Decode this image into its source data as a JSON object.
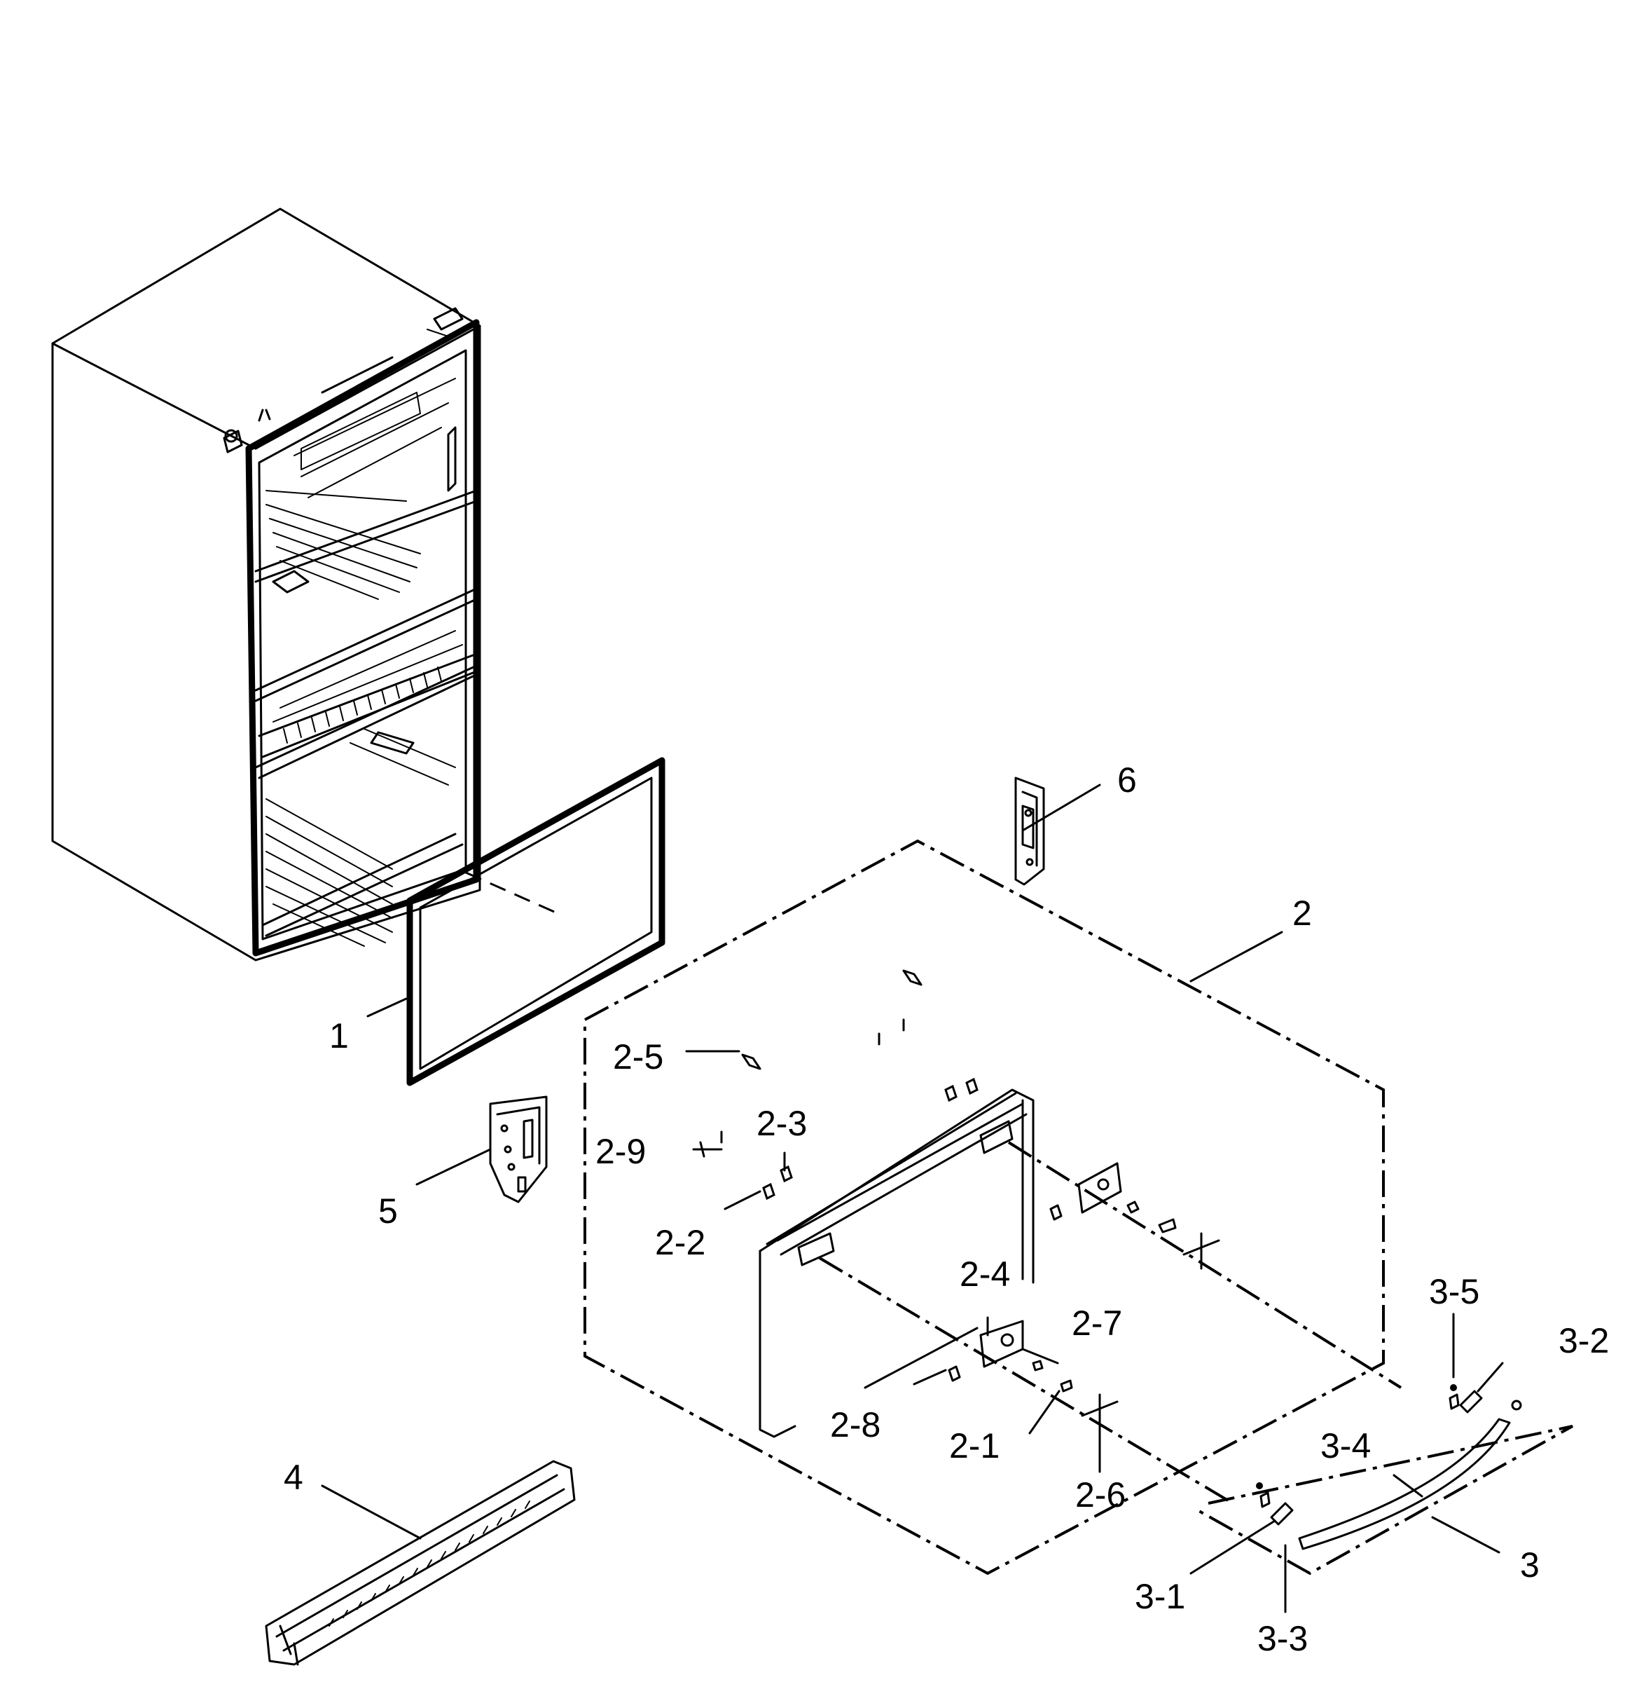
{
  "diagram": {
    "callouts": [
      {
        "id": "1",
        "text": "1"
      },
      {
        "id": "2",
        "text": "2"
      },
      {
        "id": "2-1",
        "text": "2-1"
      },
      {
        "id": "2-2",
        "text": "2-2"
      },
      {
        "id": "2-3",
        "text": "2-3"
      },
      {
        "id": "2-4",
        "text": "2-4"
      },
      {
        "id": "2-5",
        "text": "2-5"
      },
      {
        "id": "2-6",
        "text": "2-6"
      },
      {
        "id": "2-7",
        "text": "2-7"
      },
      {
        "id": "2-8",
        "text": "2-8"
      },
      {
        "id": "2-9",
        "text": "2-9"
      },
      {
        "id": "3",
        "text": "3"
      },
      {
        "id": "3-1",
        "text": "3-1"
      },
      {
        "id": "3-2",
        "text": "3-2"
      },
      {
        "id": "3-3",
        "text": "3-3"
      },
      {
        "id": "3-4",
        "text": "3-4"
      },
      {
        "id": "3-5",
        "text": "3-5"
      },
      {
        "id": "4",
        "text": "4"
      },
      {
        "id": "5",
        "text": "5"
      },
      {
        "id": "6",
        "text": "6"
      }
    ],
    "parts": [
      {
        "name": "refrigerator-cabinet-icon"
      },
      {
        "name": "door-gasket-icon"
      },
      {
        "name": "freezer-drawer-assembly-icon"
      },
      {
        "name": "drawer-handle-icon"
      },
      {
        "name": "door-bin-icon"
      },
      {
        "name": "hinge-bracket-left-icon"
      },
      {
        "name": "hinge-bracket-right-icon"
      }
    ]
  }
}
